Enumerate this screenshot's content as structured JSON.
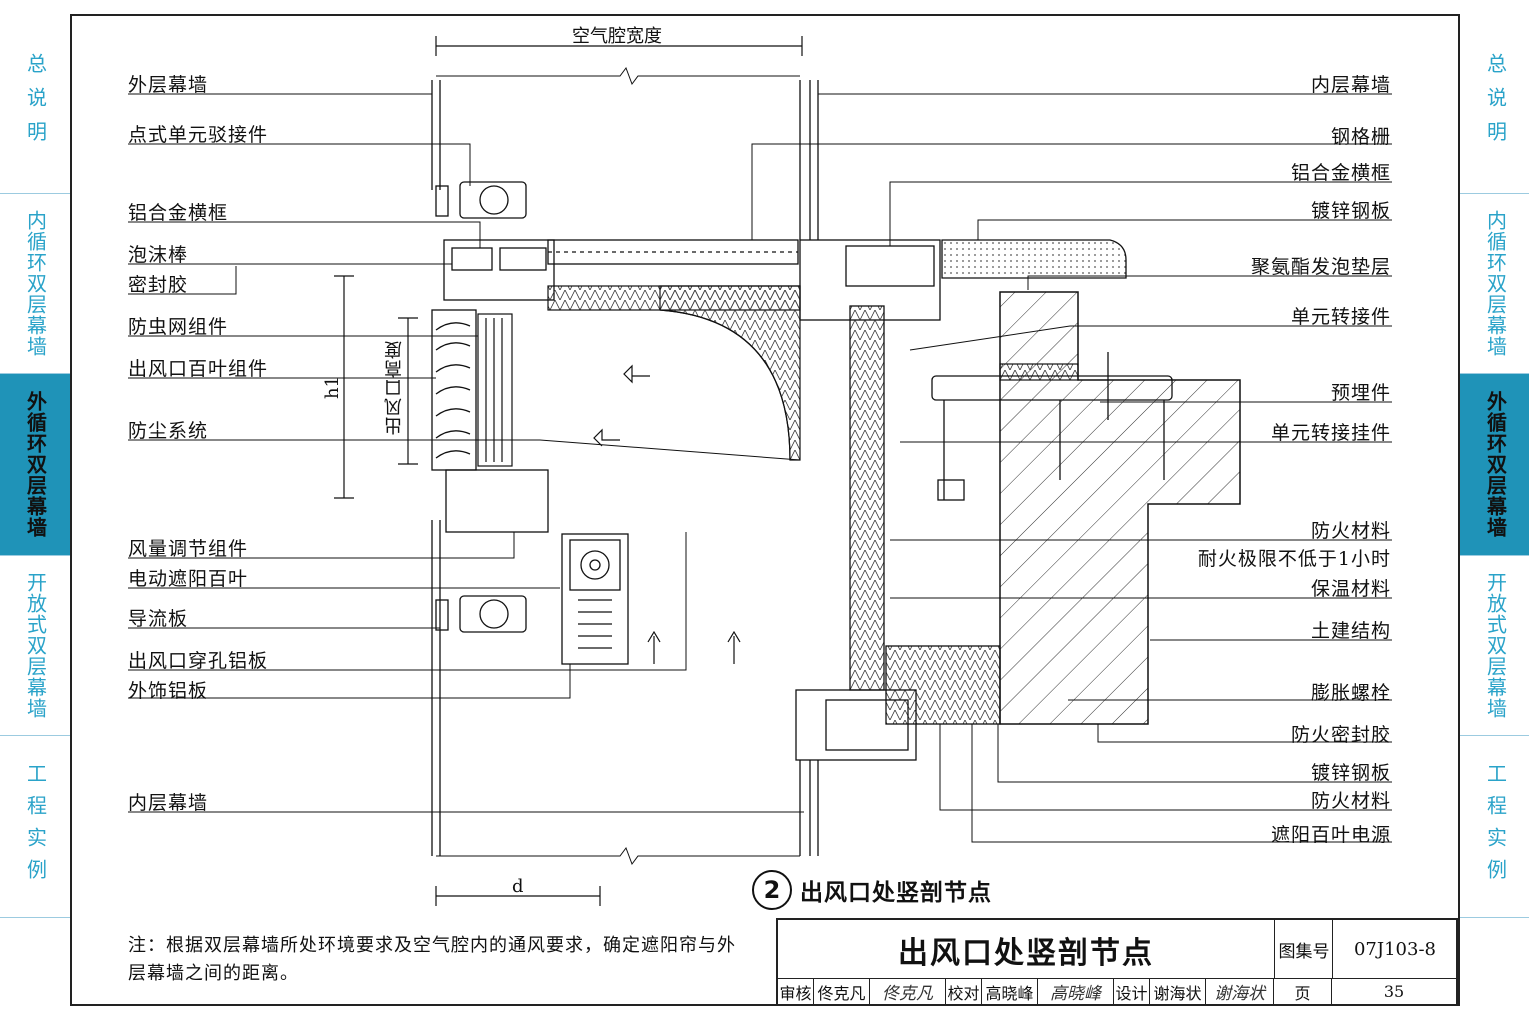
{
  "sidebar": {
    "tabs": [
      {
        "label": "总说明",
        "active": false
      },
      {
        "label": "内循环双层幕墙",
        "active": false
      },
      {
        "label": "外循环双层幕墙",
        "active": true
      },
      {
        "label": "开放式双层幕墙",
        "active": false
      },
      {
        "label": "工程实例",
        "active": false
      }
    ],
    "accent_color": "#2aa3c9",
    "active_color": "#1f93b8"
  },
  "dimensions": {
    "air_cavity_width": "空气腔宽度",
    "outlet_height": "出风口高度",
    "h1": "h1",
    "d": "d"
  },
  "labels_left": [
    "外层幕墙",
    "点式单元驳接件",
    "铝合金横框",
    "泡沫棒",
    "密封胶",
    "防虫网组件",
    "出风口百叶组件",
    "防尘系统",
    "风量调节组件",
    "电动遮阳百叶",
    "导流板",
    "出风口穿孔铝板",
    "外饰铝板",
    "内层幕墙"
  ],
  "labels_right": [
    "内层幕墙",
    "钢格栅",
    "铝合金横框",
    "镀锌钢板",
    "聚氨酯发泡垫层",
    "单元转接件",
    "预埋件",
    "单元转接挂件",
    "防火材料",
    "耐火极限不低于1小时",
    "保温材料",
    "土建结构",
    "膨胀螺栓",
    "防火密封胶",
    "镀锌钢板",
    "防火材料",
    "遮阳百叶电源"
  ],
  "caption": {
    "number": "2",
    "text": "出风口处竖剖节点"
  },
  "note": "注：根据双层幕墙所处环境要求及空气腔内的通风要求，确定遮阳帘与外层幕墙之间的距离。",
  "title_block": {
    "title": "出风口处竖剖节点",
    "atlas_label": "图集号",
    "atlas_number": "07J103-8",
    "review_label": "审核",
    "reviewer": "佟克凡",
    "reviewer_sig": "佟克凡",
    "check_label": "校对",
    "checker": "高晓峰",
    "checker_sig": "高晓峰",
    "design_label": "设计",
    "designer": "谢海状",
    "designer_sig": "谢海状",
    "page_label": "页",
    "page_number": "35"
  }
}
